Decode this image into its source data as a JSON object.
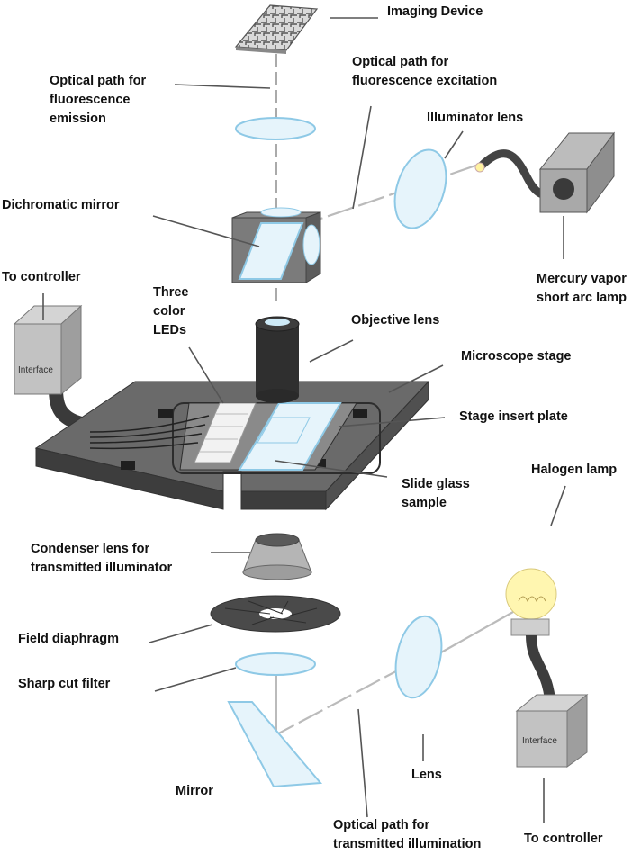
{
  "labels": {
    "imaging_device": "Imaging Device",
    "emission_path": "Optical path for\nfluorescence\nemission",
    "excitation_path": "Optical path for\nfluorescence excitation",
    "illuminator_lens": "Illuminator lens",
    "dichromatic_mirror": "Dichromatic mirror",
    "to_controller_top": "To controller",
    "mercury_lamp": "Mercury vapor\nshort arc lamp",
    "three_color_leds": "Three\ncolor\nLEDs",
    "objective_lens": "Objective lens",
    "microscope_stage": "Microscope stage",
    "stage_insert_plate": "Stage insert plate",
    "slide_glass": "Slide glass\nsample",
    "halogen_lamp": "Halogen lamp",
    "condenser_lens": "Condenser lens for\ntransmitted illuminator",
    "field_diaphragm": "Field diaphragm",
    "sharp_cut_filter": "Sharp cut filter",
    "lens": "Lens",
    "mirror": "Mirror",
    "transmitted_path": "Optical path for\ntransmitted illumination",
    "to_controller_bottom": "To controller",
    "interface_box_top": "Interface",
    "interface_box_bottom": "Interface"
  },
  "colors": {
    "lens_fill": "#e6f4fb",
    "lens_stroke": "#8ec9e6",
    "dark_gray": "#3d3d3d",
    "mid_gray": "#6a6a6a",
    "light_gray": "#cfcfcf",
    "bulb_yellow": "#fff6b0"
  }
}
